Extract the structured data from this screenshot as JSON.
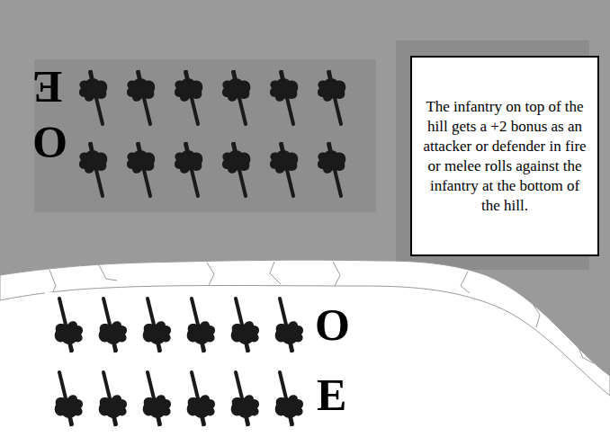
{
  "diagram": {
    "nodes": [
      {
        "text": [
          "The infantry on top of the hill gets a +2 bonus as an attacker or defender in fire or melee rolls against the infantry at the bottom of the hill."
        ]
      }
    ],
    "labels": [
      "E",
      "O",
      "O",
      "E"
    ]
  }
}
